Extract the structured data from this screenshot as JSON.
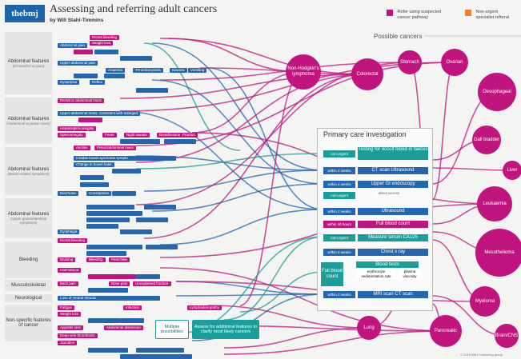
{
  "header": {
    "logo": "thebmj",
    "title": "Assessing and referring adult cancers",
    "author": "by Will Stahl-Timmins"
  },
  "legend": {
    "suspected": "Refer using suspected cancer pathway",
    "non_urgent": "Non-urgent specialist referral",
    "suspected_color": "#c0147e",
    "non_urgent_color": "#f07f2c"
  },
  "possible_cancers_label": "Possible cancers",
  "categories": [
    {
      "name": "Abdominal features",
      "note": "(Discomfort or pain)"
    },
    {
      "name": "Abdominal features",
      "note": "(Abdominal or pelvic mass)"
    },
    {
      "name": "Abdominal features",
      "note": "(Bowel-related symptoms)"
    },
    {
      "name": "Abdominal features",
      "note": "(Upper gastrointestinal symptoms)"
    },
    {
      "name": "Bleeding",
      "note": ""
    },
    {
      "name": "Musculoskeletal",
      "note": ""
    },
    {
      "name": "Neurological",
      "note": ""
    },
    {
      "name": "Non-specific features of cancer",
      "note": ""
    }
  ],
  "symptoms": [
    "Abdominal pain",
    "Rectal bleeding",
    "Weight loss",
    "Anaemia",
    "Thrombocytosis",
    "Nausea",
    "Vomiting",
    "Upper abdominal pain",
    "Dyspepsia",
    "Reflux",
    "Rectal or abdominal mass",
    "Upper abdominal mass, consistent with enlarged",
    "Hepatosplenomegaly",
    "Splenomegaly",
    "Fever",
    "Night sweats",
    "Breathlessness",
    "Pruritus",
    "Ascites",
    "Pelvic/abdominal mass",
    "Irritable bowel syndrome symptoms",
    "Change in bowel habit",
    "Diarrhoea",
    "Constipation",
    "Dysphagia",
    "Rectal bleeding",
    "Bruising",
    "Bleeding",
    "Petechiae",
    "Haematuria",
    "Back pain",
    "Bone pain",
    "Unexplained fracture",
    "Loss of central neurological function",
    "Fatigue",
    "Weight loss",
    "Appetite loss",
    "Deep vein thrombosis",
    "Jaundice",
    "Infection",
    "Lymphadenopathy",
    "Abdominal distension"
  ],
  "multiple_possibilities": "Multiple possibilities",
  "assess": "Assess for additional features to clarify most likely cancers",
  "primary_care": {
    "title": "Primary care investigation",
    "rows": [
      {
        "left": "non-urgent",
        "right": "Testing for occult blood in faeces"
      },
      {
        "left": "within 2 weeks",
        "right": "CT scan  Ultrasound"
      },
      {
        "left": "within 2 weeks",
        "right": "Upper GI endoscopy"
      },
      {
        "left": "non-urgent",
        "right": ""
      },
      {
        "left": "within 2 weeks",
        "right": "Ultrasound"
      },
      {
        "left": "within 48 hours",
        "right": "Full blood count"
      },
      {
        "left": "non-urgent",
        "right": "Measure serum CA125"
      },
      {
        "left": "within 2 weeks",
        "right": "Chest x ray"
      },
      {
        "left": "within 2 weeks",
        "right": "MRI scan  CT scan"
      }
    ],
    "direct_access": "direct access",
    "fbc": "Full blood count",
    "blood_tests": "Blood tests",
    "blood_sub": [
      "erythrocyte sedimentation rate",
      "plasma viscosity"
    ]
  },
  "cancers": [
    "Non-Hodgkin's lymphoma",
    "Colorectal",
    "Stomach",
    "Ovarian",
    "Oesophageal",
    "Gall bladder",
    "Liver",
    "Leukaemia",
    "Mesothelioma",
    "Myeloma",
    "Brain/CNS",
    "Pancreatic",
    "Lung"
  ],
  "copyright": "© 2015 BMJ Publishing group"
}
